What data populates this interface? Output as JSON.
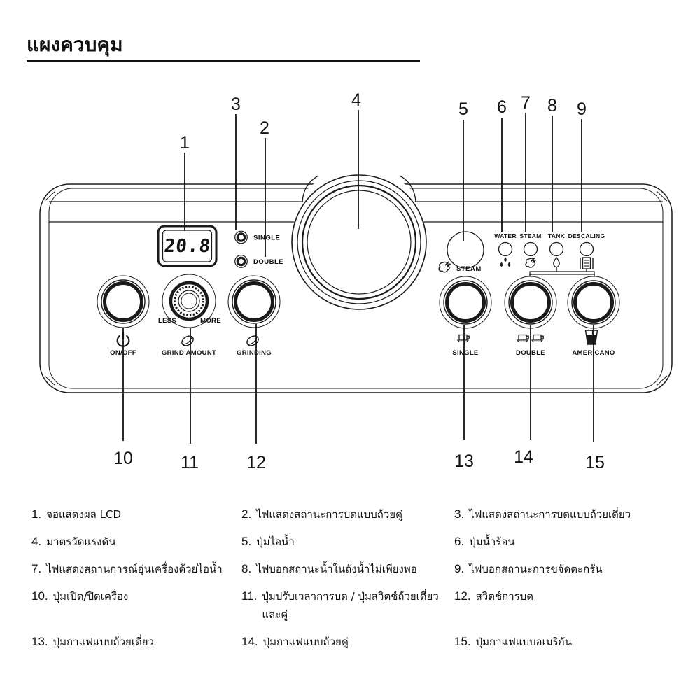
{
  "page": {
    "title": "แผงควบคุม"
  },
  "colors": {
    "ink": "#1a1a1a",
    "background": "#ffffff"
  },
  "lcd": {
    "value": "20.8"
  },
  "labels": {
    "single_light": "SINGLE",
    "double_light": "DOUBLE",
    "on_off": "ON/OFF",
    "less": "LESS",
    "more": "MORE",
    "grind_amount": "GRIND AMOUNT",
    "grinding": "GRINDING",
    "steam_button": "STEAM",
    "water_light": "WATER",
    "steam_light": "STEAM",
    "tank_light": "TANK",
    "descaling_light": "DESCALING",
    "single_button": "SINGLE",
    "double_button": "DOUBLE",
    "americano_button": "AMERICANO"
  },
  "callouts": [
    "1",
    "2",
    "3",
    "4",
    "5",
    "6",
    "7",
    "8",
    "9",
    "10",
    "11",
    "12",
    "13",
    "14",
    "15"
  ],
  "legend": {
    "items": [
      {
        "num": "1.",
        "text": "จอแสดงผล LCD"
      },
      {
        "num": "2.",
        "text": "ไฟแสดงสถานะการบดแบบถ้วยคู่"
      },
      {
        "num": "3.",
        "text": "ไฟแสดงสถานะการบดแบบถ้วยเดี่ยว"
      },
      {
        "num": "4.",
        "text": "มาตรวัดแรงดัน"
      },
      {
        "num": "5.",
        "text": "ปุ่มไอน้ำ"
      },
      {
        "num": "6.",
        "text": "ปุ่มน้ำร้อน"
      },
      {
        "num": "7.",
        "text": "ไฟแสดงสถานการณ์อุ่นเครื่องด้วยไอน้ำ"
      },
      {
        "num": "8.",
        "text": "ไฟบอกสถานะน้ำในถังน้ำไม่เพียงพอ"
      },
      {
        "num": "9.",
        "text": "ไฟบอกสถานะการขจัดตะกรัน"
      },
      {
        "num": "10.",
        "text": "ปุ่มเปิด/ปิดเครื่อง"
      },
      {
        "num": "11.",
        "text": "ปุ่มปรับเวลาการบด / ปุ่มสวิตช์ถ้วยเดี่ยวและคู่"
      },
      {
        "num": "12.",
        "text": "สวิตช์การบด"
      },
      {
        "num": "13.",
        "text": "ปุ่มกาแฟแบบถ้วยเดี่ยว"
      },
      {
        "num": "14.",
        "text": "ปุ่มกาแฟแบบถ้วยคู่"
      },
      {
        "num": "15.",
        "text": "ปุ่มกาแฟแบบอเมริกัน"
      }
    ]
  }
}
